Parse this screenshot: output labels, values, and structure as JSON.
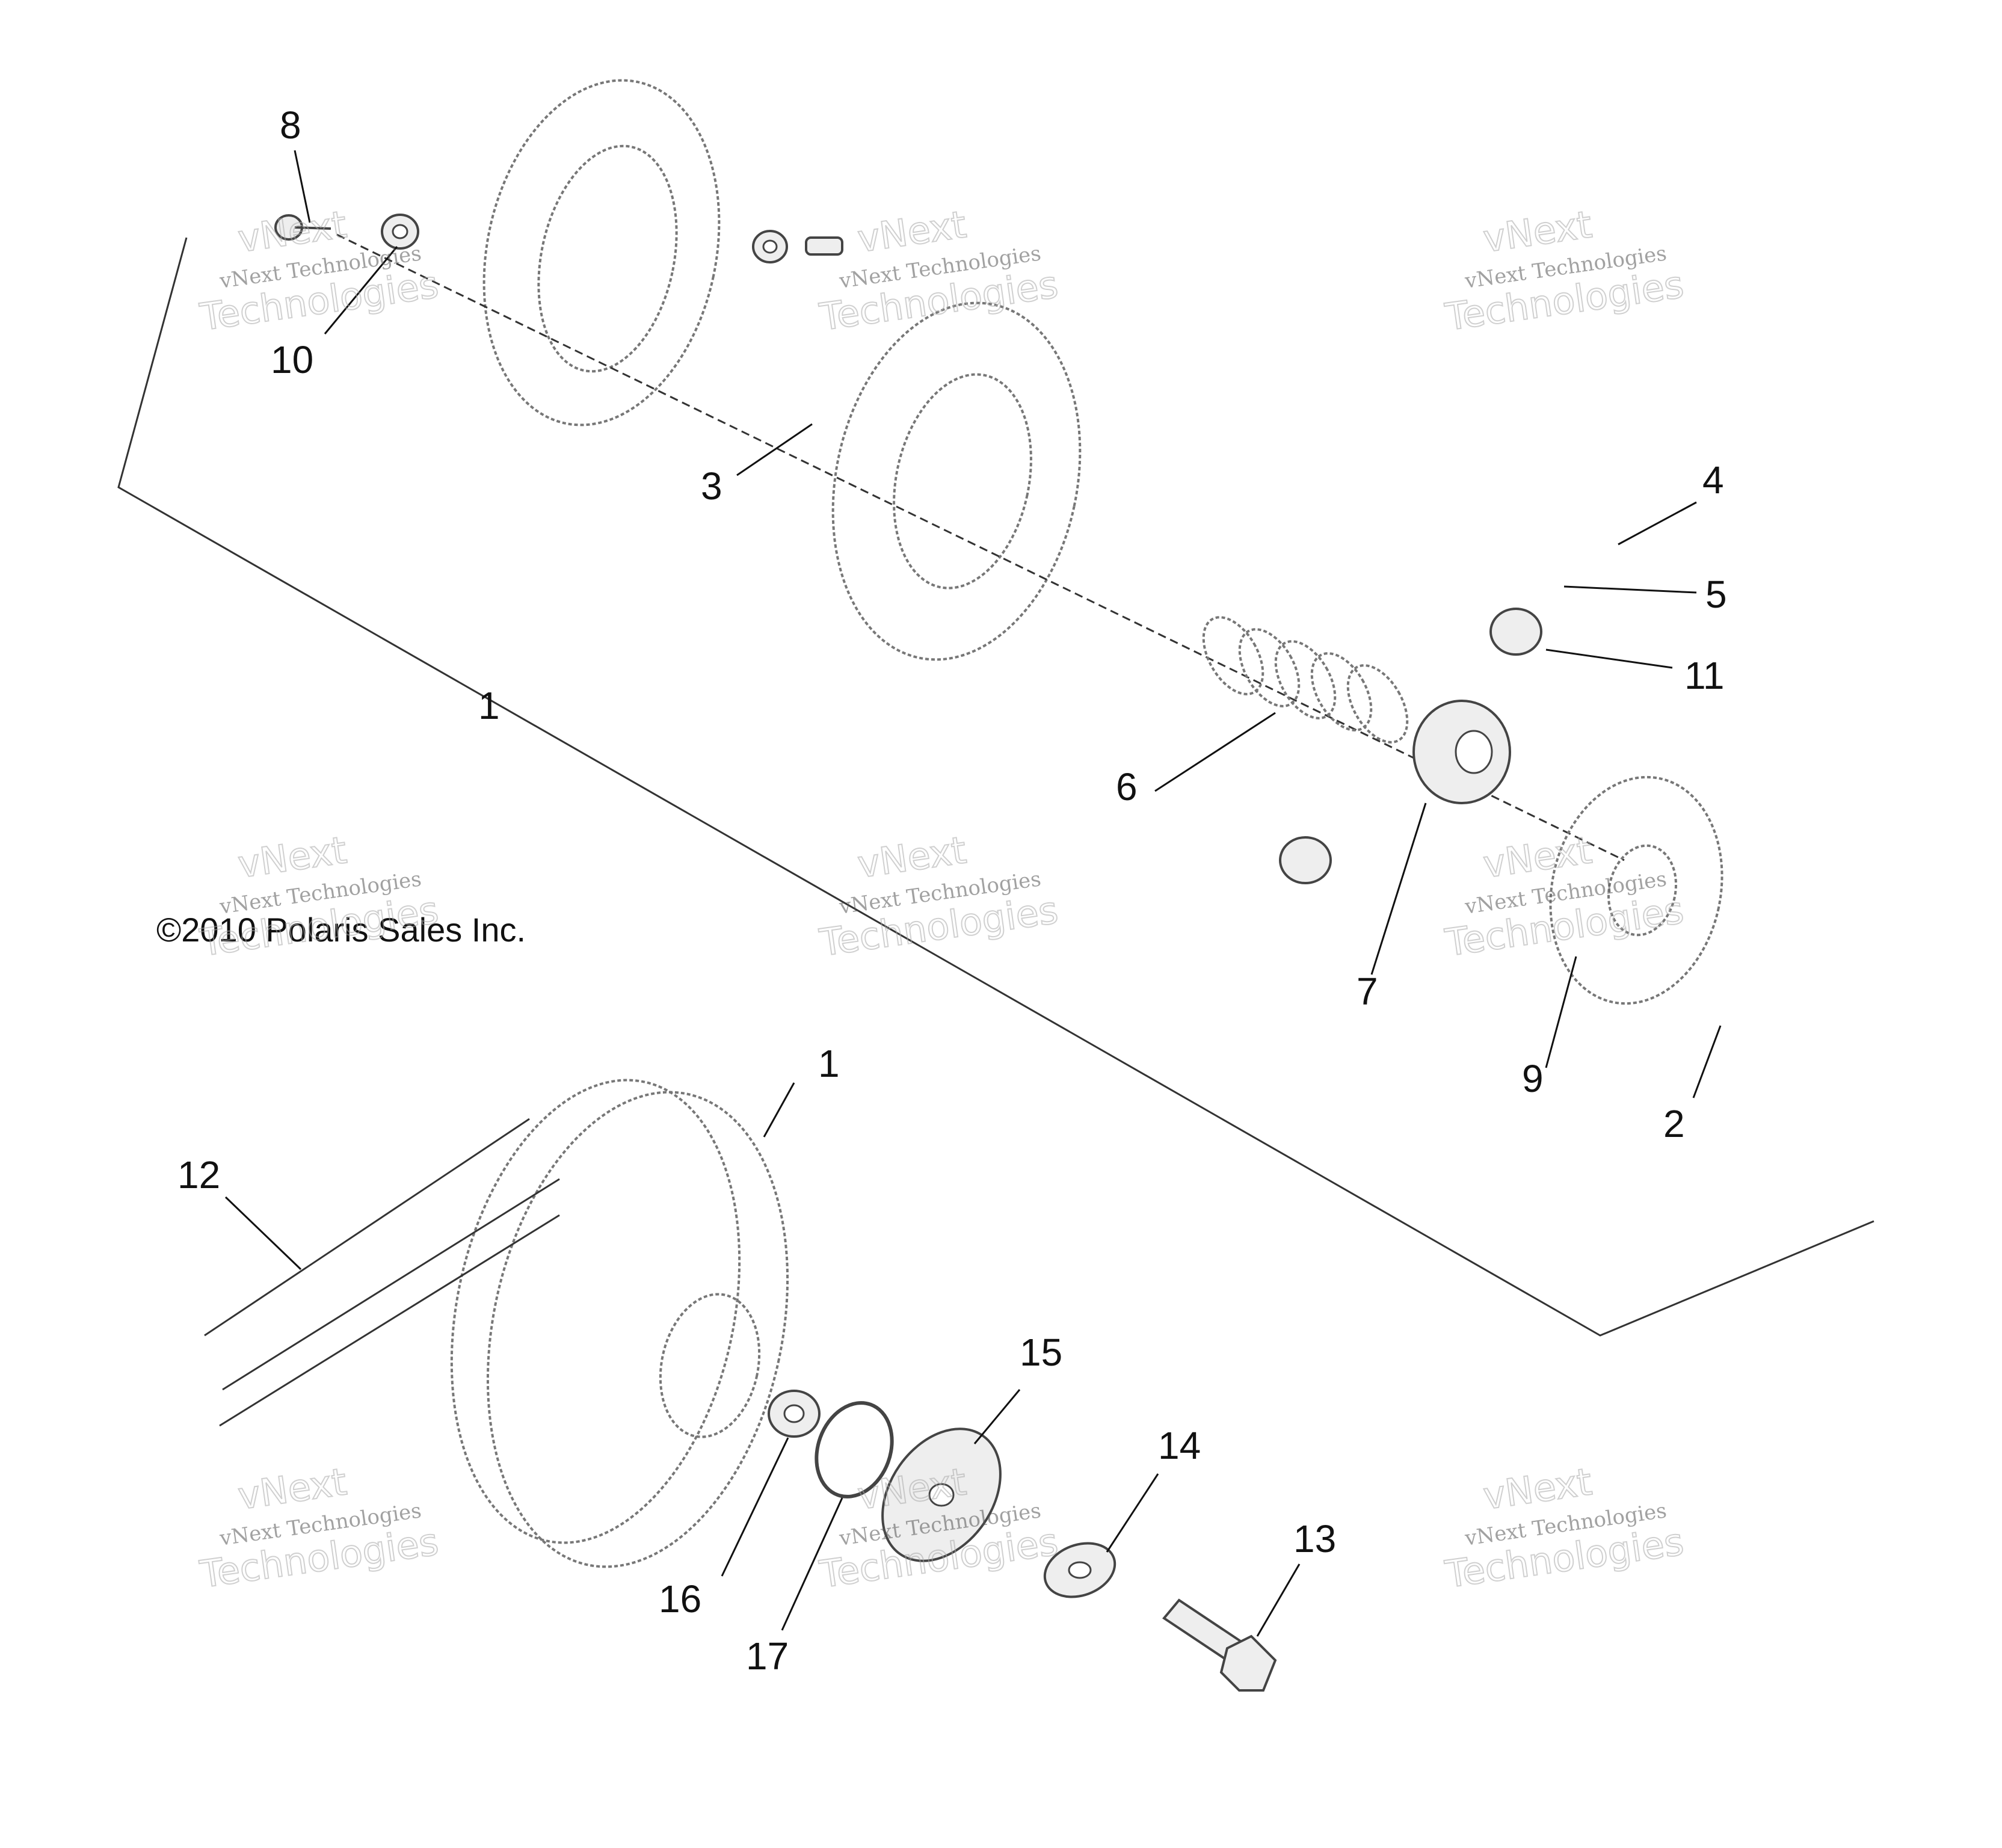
{
  "copyright": "©2010 Polaris Sales Inc.",
  "watermark": {
    "line1": "vNext",
    "line2": "vNext Technologies",
    "line3": "Technologies"
  },
  "callouts": [
    "8",
    "10",
    "3",
    "4",
    "5",
    "11",
    "1",
    "6",
    "7",
    "9",
    "2",
    "1",
    "12",
    "15",
    "14",
    "13",
    "16",
    "17"
  ]
}
